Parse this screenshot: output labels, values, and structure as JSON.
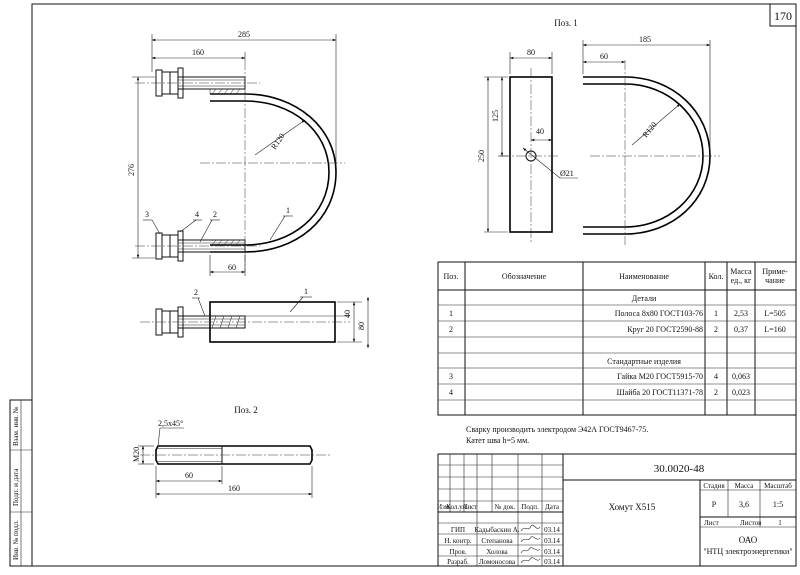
{
  "sheet_number": "170",
  "pos1": {
    "title": "Поз. 1",
    "dims": {
      "width_80": "80",
      "width_185": "185",
      "width_60": "60",
      "h_125": "125",
      "h_250": "250",
      "h_40": "40",
      "dia": "Ø21",
      "radius": "R120"
    }
  },
  "pos2": {
    "title": "Поз. 2",
    "dims": {
      "chamfer": "2,5х45°",
      "thread": "M20",
      "len_60": "60",
      "len_160": "160"
    }
  },
  "assembly": {
    "dims": {
      "w_285": "285",
      "w_160": "160",
      "h_276": "276",
      "radius": "R120",
      "w_60": "60",
      "h_40": "40",
      "h_80": "80"
    },
    "callouts": [
      "1",
      "2",
      "3",
      "4"
    ],
    "callouts_plan": [
      "2",
      "1"
    ]
  },
  "spec": {
    "headers": [
      "Поз.",
      "Обозначение",
      "Наименование",
      "Кол.",
      "Масса ед., кг",
      "Приме-чание"
    ],
    "sections": [
      {
        "title": "Детали",
        "rows": [
          {
            "pos": "1",
            "name": "Полоса 8х80 ГОСТ103-76",
            "qty": "1",
            "mass": "2,53",
            "note": "L=505"
          },
          {
            "pos": "2",
            "name": "Круг 20 ГОСТ2590-88",
            "qty": "2",
            "mass": "0,37",
            "note": "L=160"
          }
        ]
      },
      {
        "title": "Стандартные изделия",
        "rows": [
          {
            "pos": "3",
            "name": "Гайка М20 ГОСТ5915-70",
            "qty": "4",
            "mass": "0,063",
            "note": ""
          },
          {
            "pos": "4",
            "name": "Шайба 20 ГОСТ11371-78",
            "qty": "2",
            "mass": "0,023",
            "note": ""
          }
        ]
      }
    ]
  },
  "notes": [
    "Сварку производить электродом Э42А ГОСТ9467-75.",
    "Катет шва h=5 мм."
  ],
  "title_block": {
    "code": "30.0020-48",
    "name": "Хомут Х515",
    "change_headers": [
      "Изм.",
      "Кол.уч.",
      "Лист",
      "№ док.",
      "Подп.",
      "Дата"
    ],
    "roles": [
      {
        "role": "ГИП",
        "person": "Кадыбаскин А.",
        "date": "03.14"
      },
      {
        "role": "Н. контр.",
        "person": "Степанова",
        "date": "03.14"
      },
      {
        "role": "Пров.",
        "person": "Холова",
        "date": "03.14"
      },
      {
        "role": "Разраб.",
        "person": "Ломоносова",
        "date": "03.14"
      }
    ],
    "stage_label": "Стадия",
    "mass_label": "Масса",
    "scale_label": "Масштаб",
    "stage": "Р",
    "mass": "3,6",
    "scale": "1:5",
    "sheet_label": "Лист",
    "sheets_label": "Листов",
    "sheets": "1",
    "org_line1": "ОАО",
    "org_line2": "\"НТЦ электроэнергетики\""
  },
  "side_stamp": [
    "Инв. № подл.",
    "Подп. и дата",
    "Взам. инв. №"
  ]
}
